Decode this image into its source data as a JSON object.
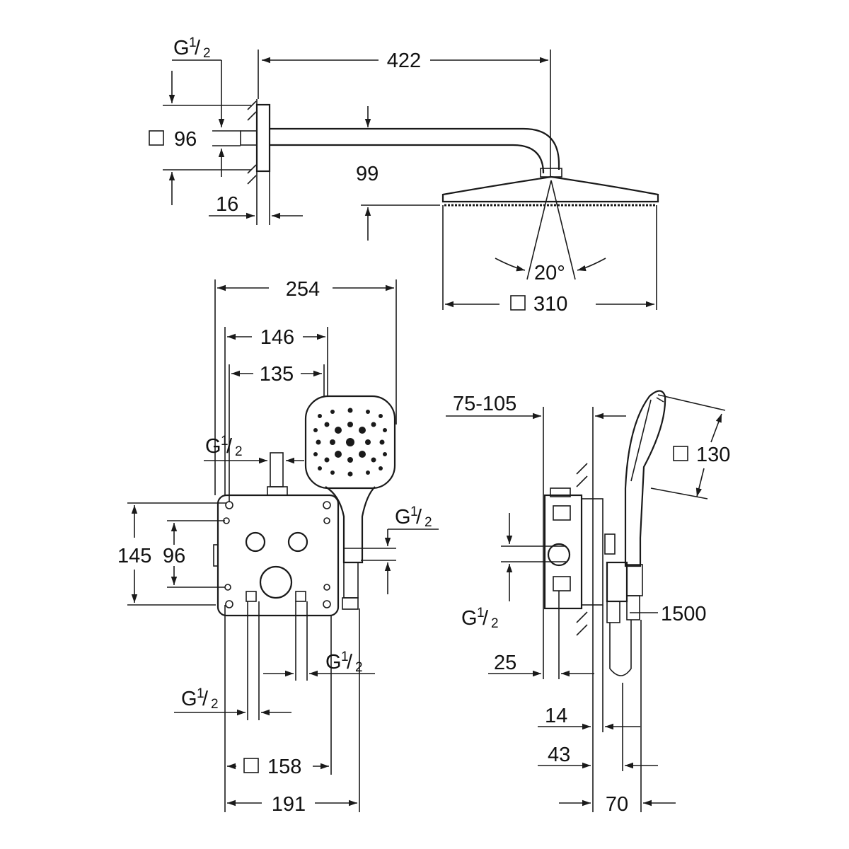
{
  "labels": {
    "wall_inlet_thread": "G",
    "arm_length": "422",
    "flange_square": "96",
    "drop": "99",
    "wall_offset": "16",
    "spray_angle": "20°",
    "head_square": "310",
    "box_width": "254",
    "spacing_146": "146",
    "spacing_135": "135",
    "valve_top_thread": "G",
    "outlet_thread": "G",
    "box_height_145": "145",
    "box_height_96": "96",
    "bottom_thread_right": "G",
    "bottom_thread_left": "G",
    "plate_square": "158",
    "plate_width": "191",
    "depth_range": "75-105",
    "handshower_square": "130",
    "side_thread": "G",
    "hose_length": "1500",
    "plaster": "25",
    "offset_14": "14",
    "offset_43": "43",
    "offset_70": "70"
  },
  "symbols": {
    "square": "square-symbol",
    "fraction_num": "1",
    "fraction_den": "2"
  }
}
